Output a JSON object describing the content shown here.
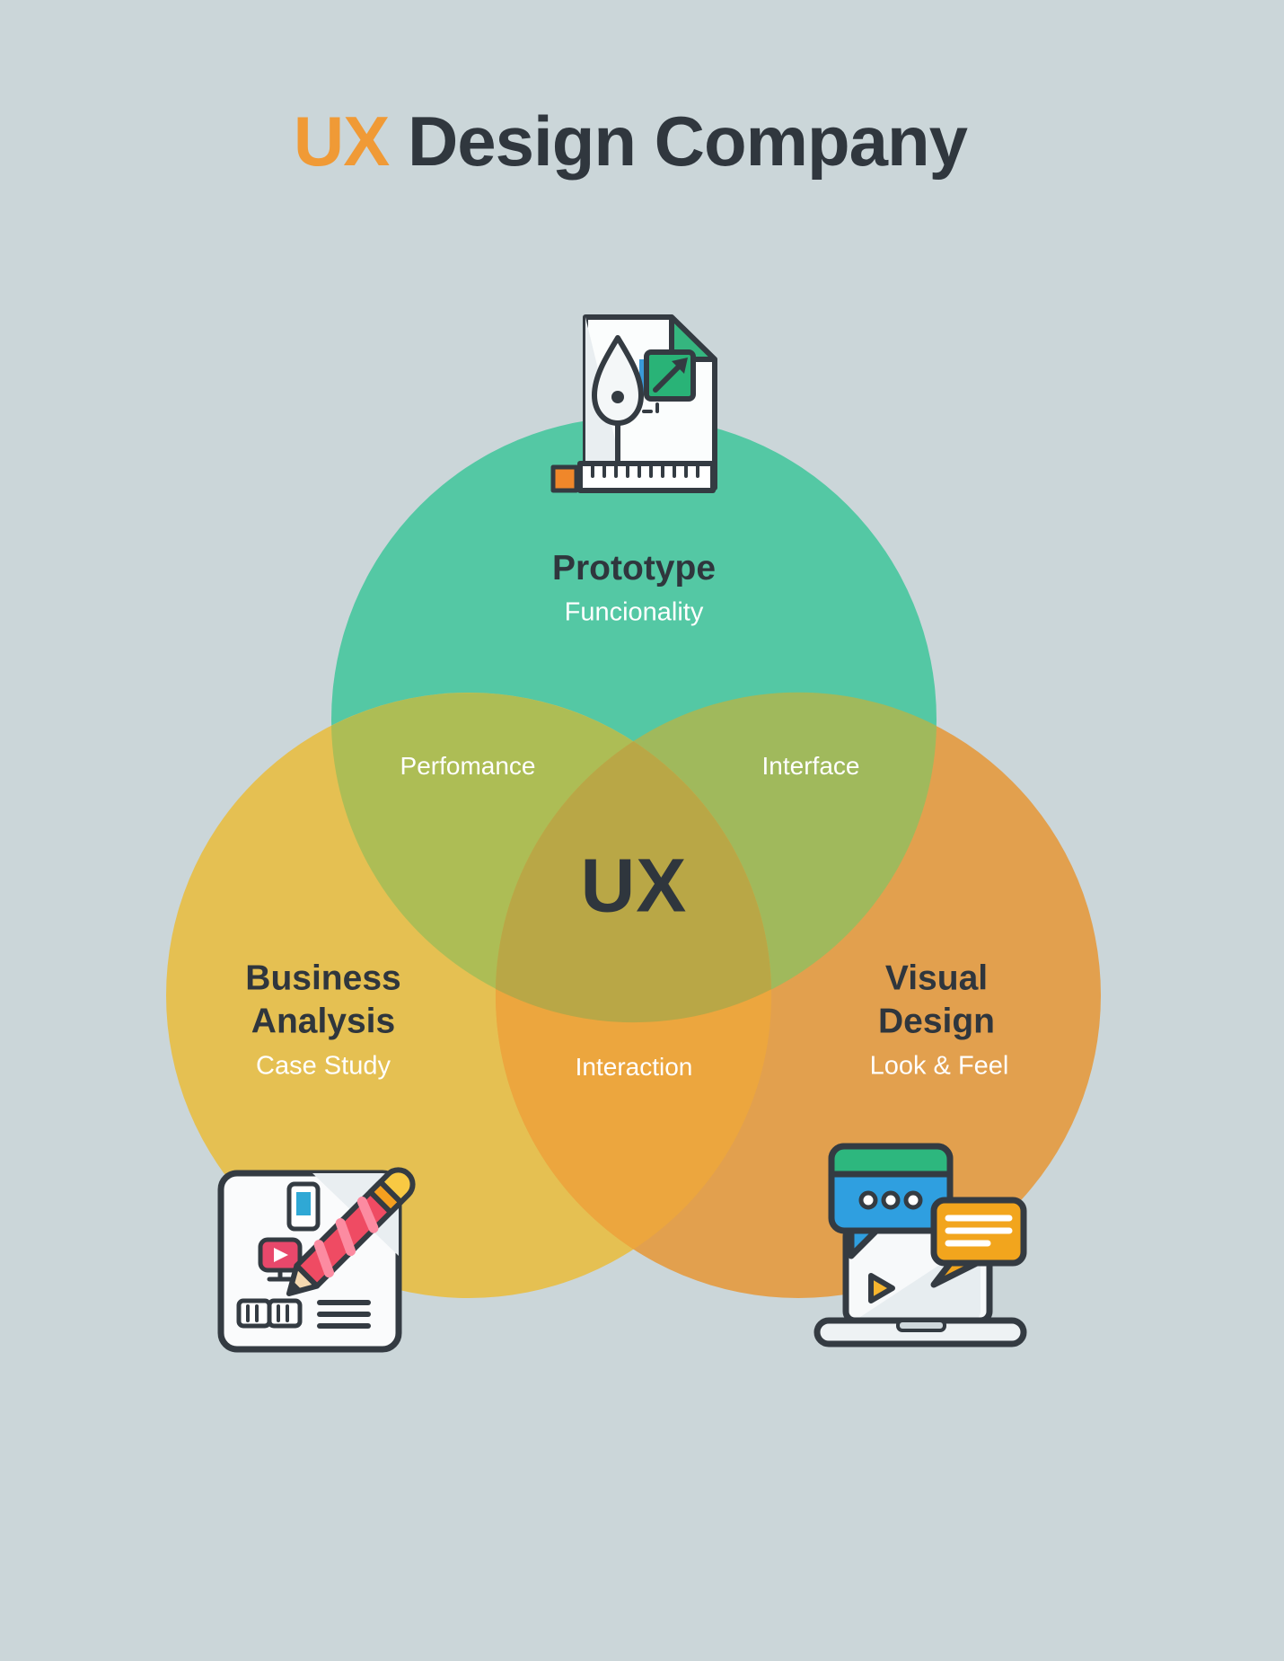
{
  "title": {
    "prefix": "UX",
    "rest": " Design Company"
  },
  "venn": {
    "center_label": "UX",
    "center_color": "#b9a746",
    "circles": [
      {
        "name": "Prototype",
        "sublabel": "Funcionality",
        "color": "#54c8a4"
      },
      {
        "name": "Business Analysis",
        "sublabel": "Case Study",
        "color": "#e5c052"
      },
      {
        "name": "Visual Design",
        "sublabel": "Look & Feel",
        "color": "#e2a04e"
      }
    ],
    "overlaps": [
      {
        "name": "Perfomance",
        "color": "#adbd55"
      },
      {
        "name": "Interface",
        "color": "#a0b95c"
      },
      {
        "name": "Interaction",
        "color": "#eca63e"
      }
    ]
  },
  "icons": {
    "prototype": "design-file-pen-tool-icon",
    "business": "notebook-pencil-icon",
    "visual": "laptop-chat-icon"
  },
  "colors": {
    "background": "#cbd6d9",
    "heading_text": "#2f363d",
    "accent_orange": "#f09a36",
    "white_text": "#ffffff"
  }
}
